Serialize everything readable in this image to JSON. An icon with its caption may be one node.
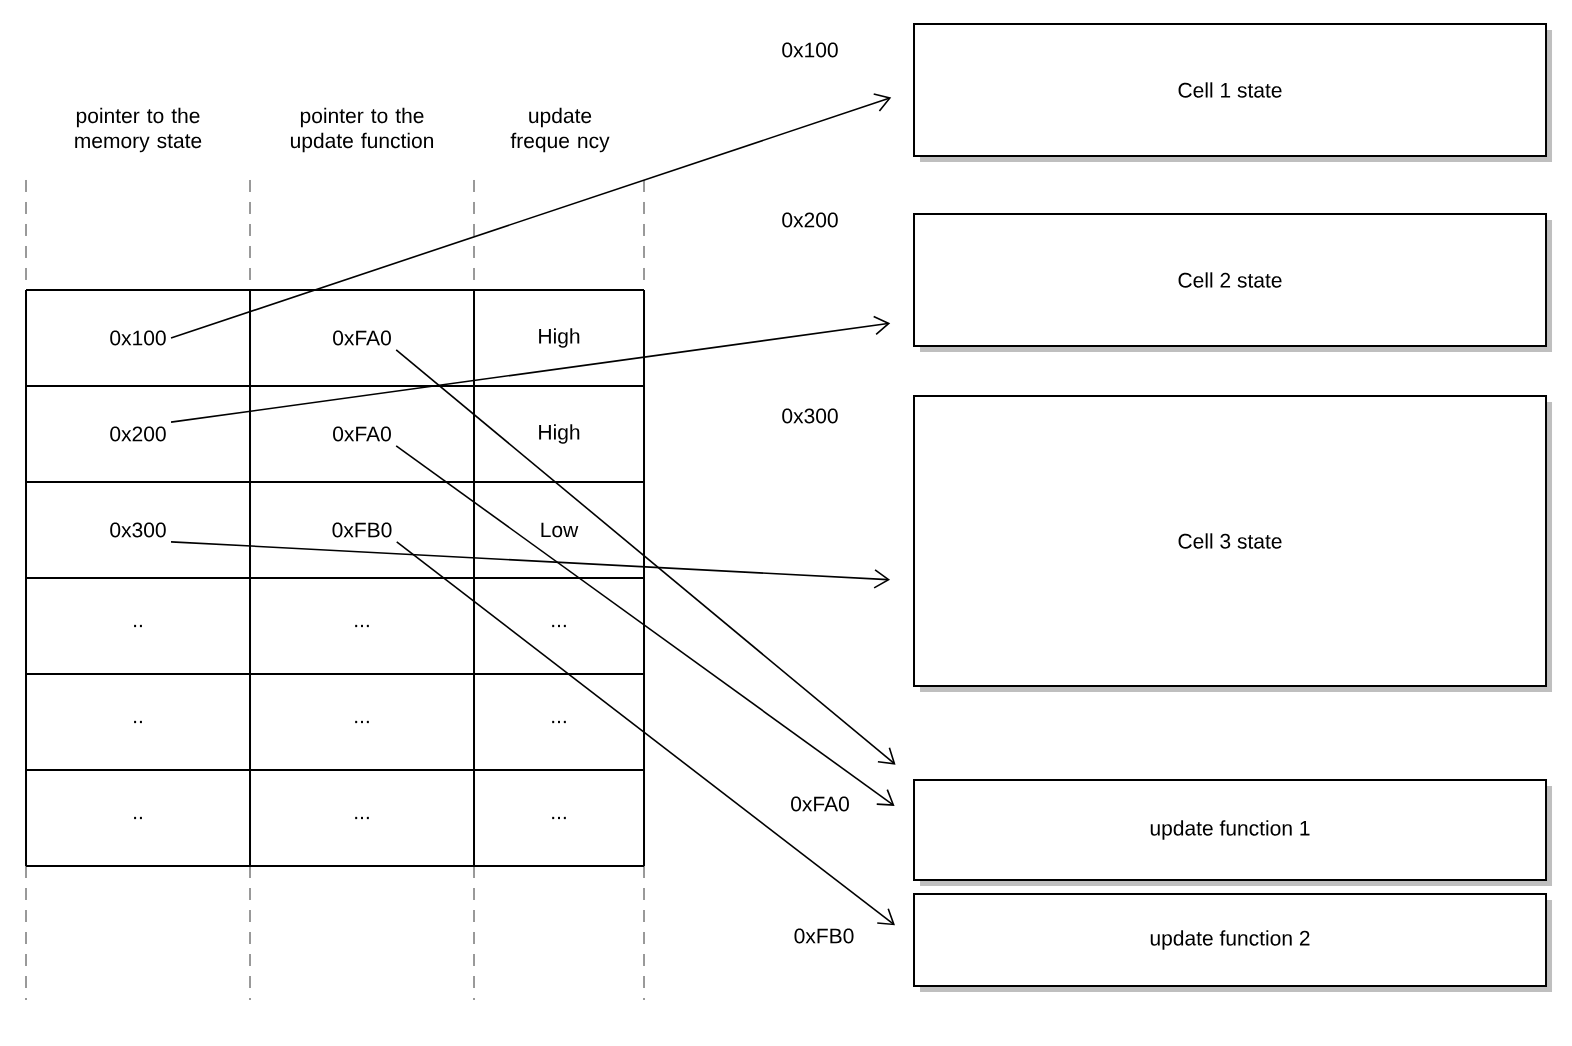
{
  "diagram": {
    "nodes": [
      {
        "text": [
          "0x100"
        ]
      },
      {
        "text": [
          "0xFA0"
        ]
      },
      {
        "text": [
          "High"
        ]
      },
      {
        "text": [
          "0x200"
        ]
      },
      {
        "text": [
          "0xFA0"
        ]
      },
      {
        "text": [
          "High"
        ]
      },
      {
        "text": [
          "0x300"
        ]
      },
      {
        "text": [
          "0xFB0"
        ]
      },
      {
        "text": [
          "Low"
        ]
      },
      {
        "text": [
          ".."
        ]
      },
      {
        "text": [
          "..."
        ]
      },
      {
        "text": [
          "..."
        ]
      },
      {
        "text": [
          ".."
        ]
      },
      {
        "text": [
          "..."
        ]
      },
      {
        "text": [
          "..."
        ]
      },
      {
        "text": [
          ".."
        ]
      },
      {
        "text": [
          "..."
        ]
      },
      {
        "text": [
          "..."
        ]
      },
      {
        "text": [
          "Cell 1 state"
        ],
        "beside": [
          "0x100"
        ]
      },
      {
        "text": [
          "Cell 2 state"
        ],
        "beside": [
          "0x200"
        ]
      },
      {
        "text": [
          "Cell 3 state"
        ],
        "beside": [
          "0x300"
        ]
      },
      {
        "text": [
          "update function 1"
        ],
        "beside": [
          "0xFA0"
        ]
      },
      {
        "text": [
          "update function 2"
        ],
        "beside": [
          "0xFB0"
        ]
      }
    ],
    "edges": [
      {
        "from": 0,
        "to": 18,
        "arrow": "to"
      },
      {
        "from": 3,
        "to": 19,
        "arrow": "to"
      },
      {
        "from": 6,
        "to": 20,
        "arrow": "to"
      },
      {
        "from": 1,
        "to": 21,
        "arrow": "to"
      },
      {
        "from": 4,
        "to": 21,
        "arrow": "to"
      },
      {
        "from": 7,
        "to": 22,
        "arrow": "to"
      }
    ],
    "labels": [
      "pointer to the memory state",
      "pointer to the update function",
      "update freque ncy"
    ]
  }
}
